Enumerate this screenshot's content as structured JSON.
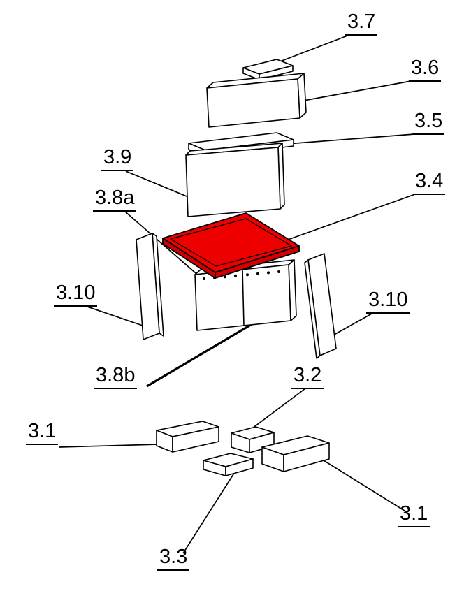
{
  "figure": {
    "background": "#ffffff",
    "line_color": "#000000",
    "highlight_fill": "#ee0000",
    "highlight_edge_fill": "#d40000",
    "labels": {
      "part_3_7": "3.7",
      "part_3_6": "3.6",
      "part_3_5": "3.5",
      "part_3_9": "3.9",
      "part_3_8a": "3.8a",
      "part_3_4": "3.4",
      "part_3_10_left": "3.10",
      "part_3_10_right": "3.10",
      "part_3_8b": "3.8b",
      "part_3_2": "3.2",
      "part_3_1_left": "3.1",
      "part_3_3": "3.3",
      "part_3_1_right": "3.1"
    }
  }
}
